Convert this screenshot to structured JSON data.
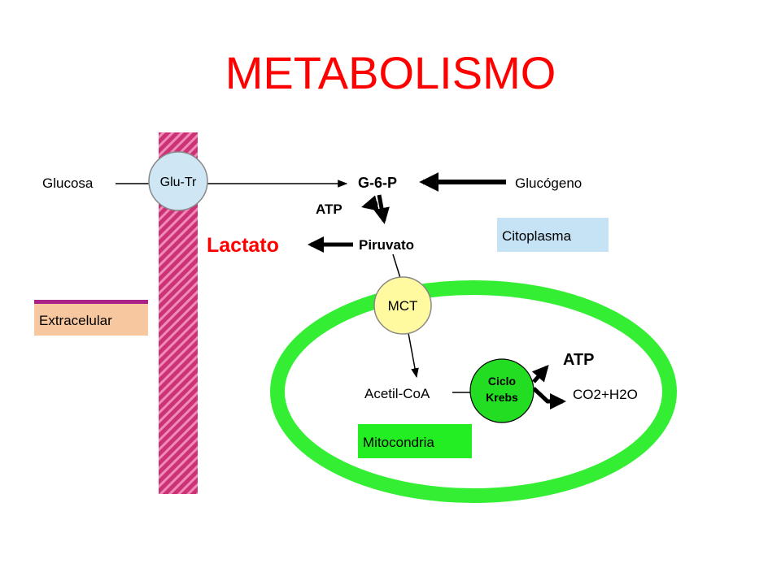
{
  "title": "METABOLISMO",
  "labels": {
    "glucosa": "Glucosa",
    "glu_tr": "Glu-Tr",
    "g6p": "G-6-P",
    "glucogeno": "Glucógeno",
    "atp_top": "ATP",
    "lactato": "Lactato",
    "piruvato": "Piruvato",
    "citoplasma": "Citoplasma",
    "mct": "MCT",
    "extracelular": "Extracelular",
    "acetil_coa": "Acetil-CoA",
    "ciclo": "Ciclo",
    "krebs": "Krebs",
    "atp_krebs": "ATP",
    "co2_h2o": "CO2+H2O",
    "mitocondria": "Mitocondria"
  },
  "colors": {
    "title": "#ff0000",
    "membrane": "#cc3377",
    "membrane_stripe": "#f08ab8",
    "glu_tr_fill": "#cfe6f5",
    "mct_fill": "#fffaa0",
    "mitochondrion": "#33ee33",
    "krebs_fill": "#22dd22",
    "lactato": "#ff0000",
    "citoplasma_box": "#c6e2f5",
    "extracelular_box": "#f7c8a0",
    "extracelular_bar": "#aa2288",
    "mitocondria_box": "#22ee22"
  }
}
